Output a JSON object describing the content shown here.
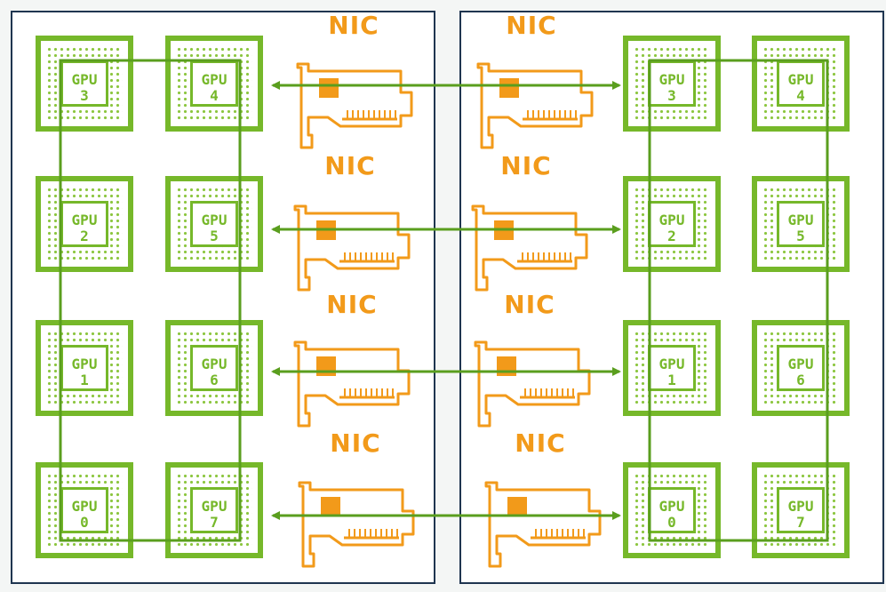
{
  "colors": {
    "gpu": "#76b82a",
    "nic": "#f29a1a",
    "node_border": "#1f3550",
    "link": "#5a9e1e"
  },
  "icons": {
    "gpu": "gpu-chip-icon",
    "nic": "network-card-icon"
  },
  "nic_label": "NIC",
  "gpu_prefix": "GPU",
  "nodes": [
    {
      "gpus": {
        "c1": [
          "3",
          "2",
          "1",
          "0"
        ],
        "c2": [
          "4",
          "5",
          "6",
          "7"
        ]
      }
    },
    {
      "gpus": {
        "c1": [
          "3",
          "2",
          "1",
          "0"
        ],
        "c2": [
          "4",
          "5",
          "6",
          "7"
        ]
      }
    }
  ]
}
